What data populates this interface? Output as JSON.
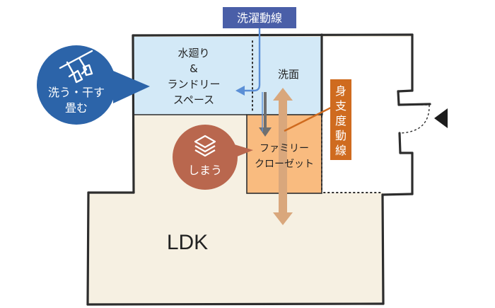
{
  "labels": {
    "laundry_flow": "洗濯動線",
    "water_area_lines": [
      "水廻り",
      "&",
      "ランドリー",
      "スペース"
    ],
    "washroom": "洗面",
    "prep_flow_chars": [
      "身",
      "支",
      "度",
      "動",
      "線"
    ],
    "family_closet_lines": [
      "ファミリー",
      "クローゼット"
    ],
    "ldk": "LDK",
    "wash_dry_lines": [
      "洗う・干す",
      "畳む"
    ],
    "store": "しまう"
  },
  "icons": {
    "wash_dry_bubble": "hanging-laundry-icon",
    "store_bubble": "folded-clothes-stack-icon",
    "entrance_marker": "entrance-triangle-icon"
  },
  "colors": {
    "wall": "#2d2d2d",
    "floor_beige": "#f6f0e2",
    "water_area_blue": "#d3e9f7",
    "closet_orange": "#f9bb7f",
    "laundry_arrow_blue": "#5b8fd6",
    "laundry_flow_label_bg": "#4a5fa8",
    "prep_arrow_tan": "#d9a77c",
    "prep_flow_label_bg": "#cf6b1f",
    "wash_bubble_blue": "#2c64a9",
    "store_bubble_brown": "#b9674e"
  }
}
